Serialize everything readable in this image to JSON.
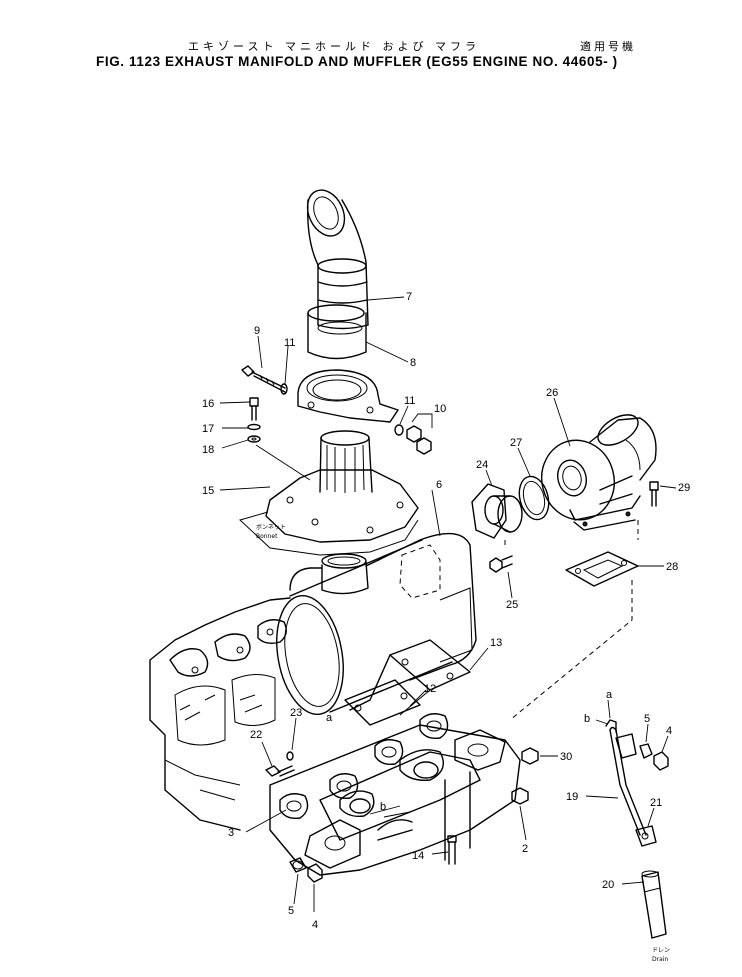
{
  "header": {
    "title_jp": "エキゾースト マニホールド および マフラ",
    "applic_jp": "適用号機",
    "title_en": "FIG. 1123   EXHAUST MANIFOLD AND MUFFLER (EG55 ENGINE NO. 44605- )"
  },
  "callouts": {
    "n7": "7",
    "n9": "9",
    "n11a": "11",
    "n8": "8",
    "n16": "16",
    "n11b": "11",
    "n10": "10",
    "n17": "17",
    "n18": "18",
    "n15": "15",
    "n26": "26",
    "n27": "27",
    "n24": "24",
    "n6": "6",
    "n29": "29",
    "n28": "28",
    "n25": "25",
    "n13": "13",
    "n12": "12",
    "n23": "23",
    "n22": "22",
    "n30": "30",
    "n3": "3",
    "n2": "2",
    "n14": "14",
    "n5a": "5",
    "n4a": "4",
    "n5b": "5",
    "n4b": "4",
    "n19": "19",
    "n21": "21",
    "n20": "20",
    "la": "a",
    "lb": "b",
    "la2": "a",
    "lb2": "b"
  },
  "notes": {
    "bonnet_jp": "ボンネット",
    "bonnet_en": "Bonnet",
    "drain_jp": "ドレン",
    "drain_en": "Drain"
  }
}
